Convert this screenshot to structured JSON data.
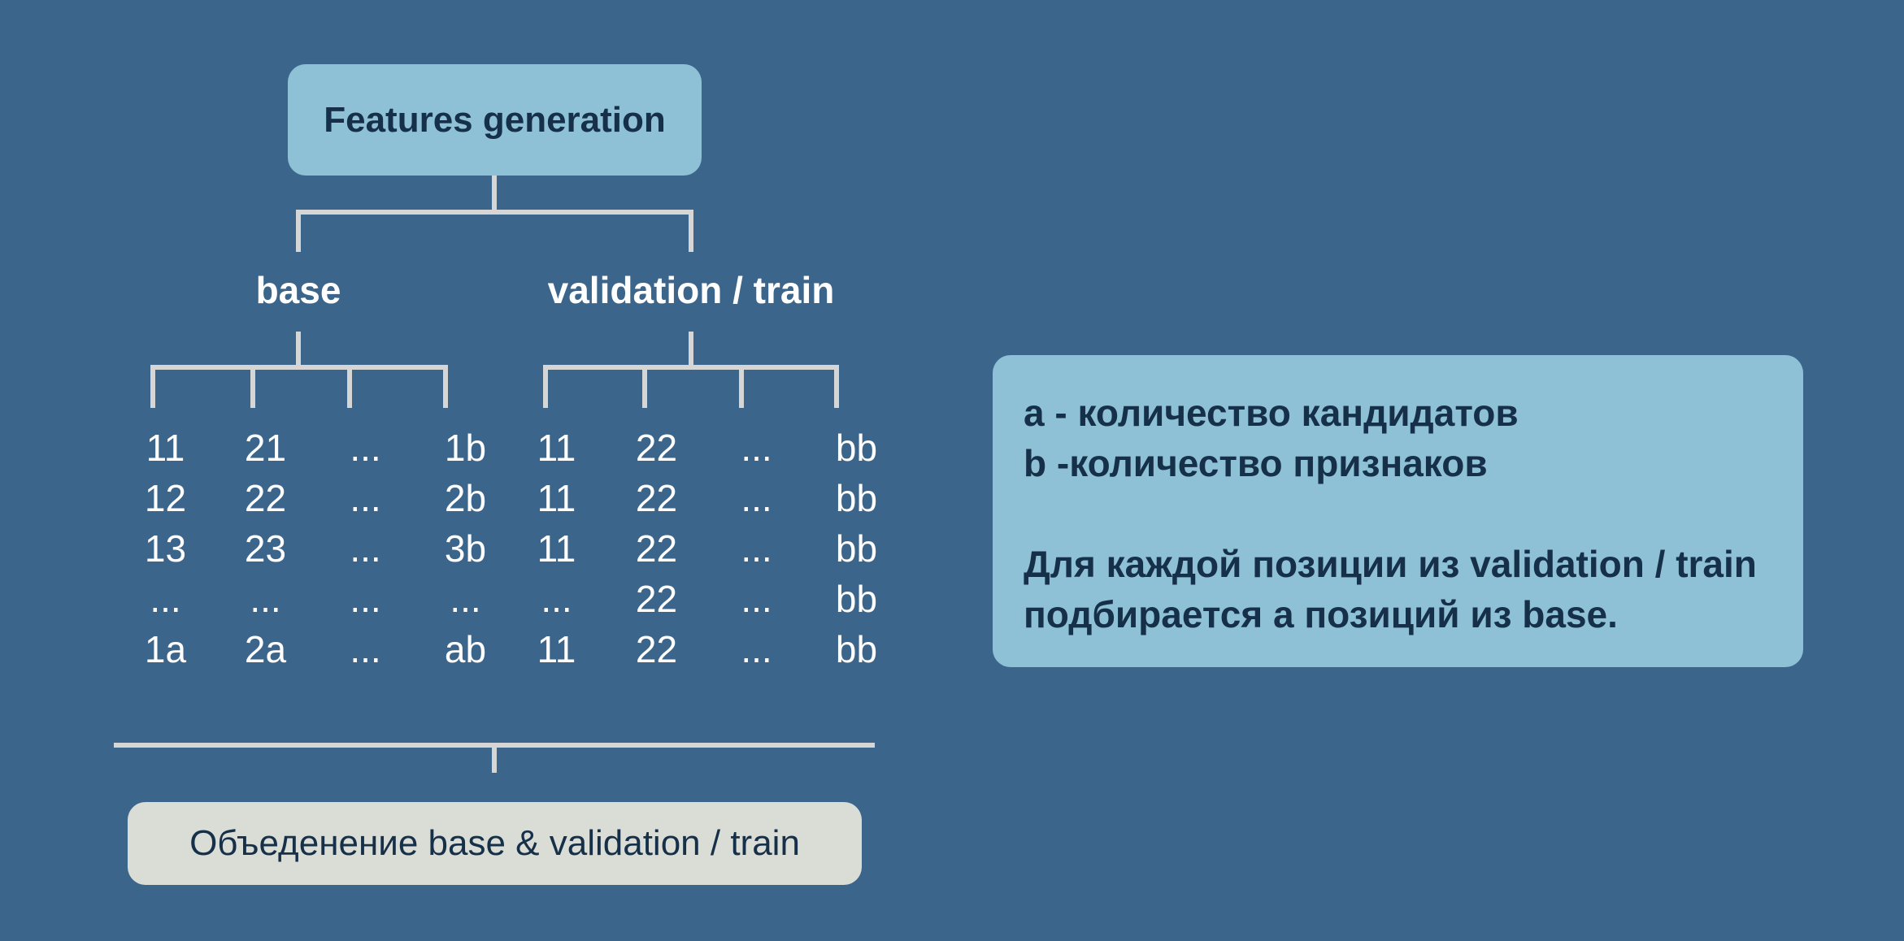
{
  "diagram": {
    "top_box": "Features generation",
    "bottom_box": "Объеденение base & validation / train",
    "branches": [
      {
        "label": "base",
        "rows": [
          [
            "11",
            "21",
            "...",
            "1b"
          ],
          [
            "12",
            "22",
            "...",
            "2b"
          ],
          [
            "13",
            "23",
            "...",
            "3b"
          ],
          [
            "...",
            "...",
            "...",
            "..."
          ],
          [
            "1a",
            "2a",
            "...",
            "ab"
          ]
        ]
      },
      {
        "label": "validation / train",
        "rows": [
          [
            "11",
            "22",
            "...",
            "bb"
          ],
          [
            "11",
            "22",
            "...",
            "bb"
          ],
          [
            "11",
            "22",
            "...",
            "bb"
          ],
          [
            "...",
            "22",
            "...",
            "bb"
          ],
          [
            "11",
            "22",
            "...",
            "bb"
          ]
        ]
      }
    ],
    "legend": {
      "line_a": "a - количество кандидатов",
      "line_b": "b -количество признаков",
      "description_1": "Для каждой позиции из validation / train",
      "description_2": "подбирается a позиций из base."
    }
  },
  "colors": {
    "background": "#3c658b",
    "accent_box": "#8ec0d6",
    "merge_box": "#dadcd6",
    "connector": "#d6d6d6",
    "dark_text": "#163049"
  }
}
